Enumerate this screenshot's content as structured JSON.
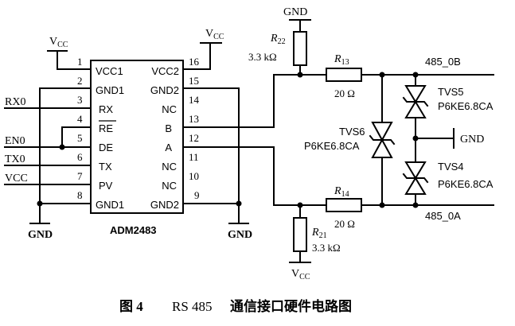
{
  "chip": {
    "name": "ADM2483",
    "left_pins": [
      {
        "num": "1",
        "name": "VCC1",
        "overbar": false
      },
      {
        "num": "2",
        "name": "GND1",
        "overbar": false
      },
      {
        "num": "3",
        "name": "RX",
        "overbar": false
      },
      {
        "num": "4",
        "name": "RE",
        "overbar": true
      },
      {
        "num": "5",
        "name": "DE",
        "overbar": false
      },
      {
        "num": "6",
        "name": "TX",
        "overbar": false
      },
      {
        "num": "7",
        "name": "PV",
        "overbar": false
      },
      {
        "num": "8",
        "name": "GND1",
        "overbar": false
      }
    ],
    "right_pins": [
      {
        "num": "16",
        "name": "VCC2"
      },
      {
        "num": "15",
        "name": "GND2"
      },
      {
        "num": "14",
        "name": "NC"
      },
      {
        "num": "13",
        "name": "B"
      },
      {
        "num": "12",
        "name": "A"
      },
      {
        "num": "11",
        "name": "NC"
      },
      {
        "num": "10",
        "name": "NC"
      },
      {
        "num": "9",
        "name": "GND2"
      }
    ]
  },
  "signals": {
    "rx0": "RX0",
    "en0": "EN0",
    "tx0": "TX0",
    "vcc": "VCC"
  },
  "supplies": {
    "vcc_main": "V",
    "vcc_sub": "CC",
    "gnd": "GND"
  },
  "resistors": {
    "r22": {
      "ref_main": "R",
      "ref_sub": "22",
      "value": "3.3 kΩ"
    },
    "r13": {
      "ref_main": "R",
      "ref_sub": "13",
      "value": "20 Ω"
    },
    "r14": {
      "ref_main": "R",
      "ref_sub": "14",
      "value": "20 Ω"
    },
    "r21": {
      "ref_main": "R",
      "ref_sub": "21",
      "value": "3.3 kΩ"
    }
  },
  "tvs": {
    "tvs6": {
      "name": "TVS6",
      "part": "P6KE6.8CA"
    },
    "tvs5": {
      "name": "TVS5",
      "part": "P6KE6.8CA"
    },
    "tvs4": {
      "name": "TVS4",
      "part": "P6KE6.8CA"
    }
  },
  "outputs": {
    "b": "485_0B",
    "a": "485_0A"
  },
  "caption": {
    "figure": "图 4",
    "rs": "RS 485",
    "text": "通信接口硬件电路图"
  }
}
